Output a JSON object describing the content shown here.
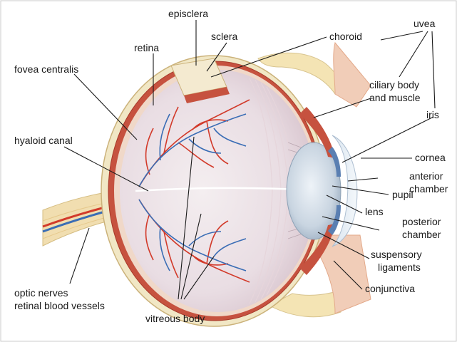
{
  "labels": {
    "episclera": "episclera",
    "sclera": "sclera",
    "retina": "retina",
    "fovea_centralis": "fovea centralis",
    "choroid": "choroid",
    "uvea": "uvea",
    "ciliary_body_line1": "ciliary body",
    "ciliary_body_line2": "and muscle",
    "iris": "iris",
    "hyaloid_canal": "hyaloid canal",
    "cornea": "cornea",
    "anterior_chamber_line1": "anterior",
    "anterior_chamber_line2": "chamber",
    "pupil": "pupil",
    "lens": "lens",
    "posterior_chamber_line1": "posterior",
    "posterior_chamber_line2": "chamber",
    "suspensory_line1": "suspensory",
    "suspensory_line2": "ligaments",
    "conjunctiva": "conjunctiva",
    "optic_line1": "optic nerves",
    "optic_line2": "retinal blood vessels",
    "vitreous_body": "vitreous body"
  },
  "colors": {
    "background": "#ffffff",
    "frame": "#c8c8c8",
    "tissue": "#f3d2bf",
    "tissue_edge": "#e3a98a",
    "bone": "#f4e4b4",
    "sclera": "#f1e7c5",
    "choroid": "#c6523f",
    "vitreous": "#eadfe4",
    "artery": "#d23a2a",
    "vein": "#3a6db5",
    "lens": "#c9d6e2",
    "iris": "#5a7fb2",
    "nerve": "#f1deb0"
  }
}
